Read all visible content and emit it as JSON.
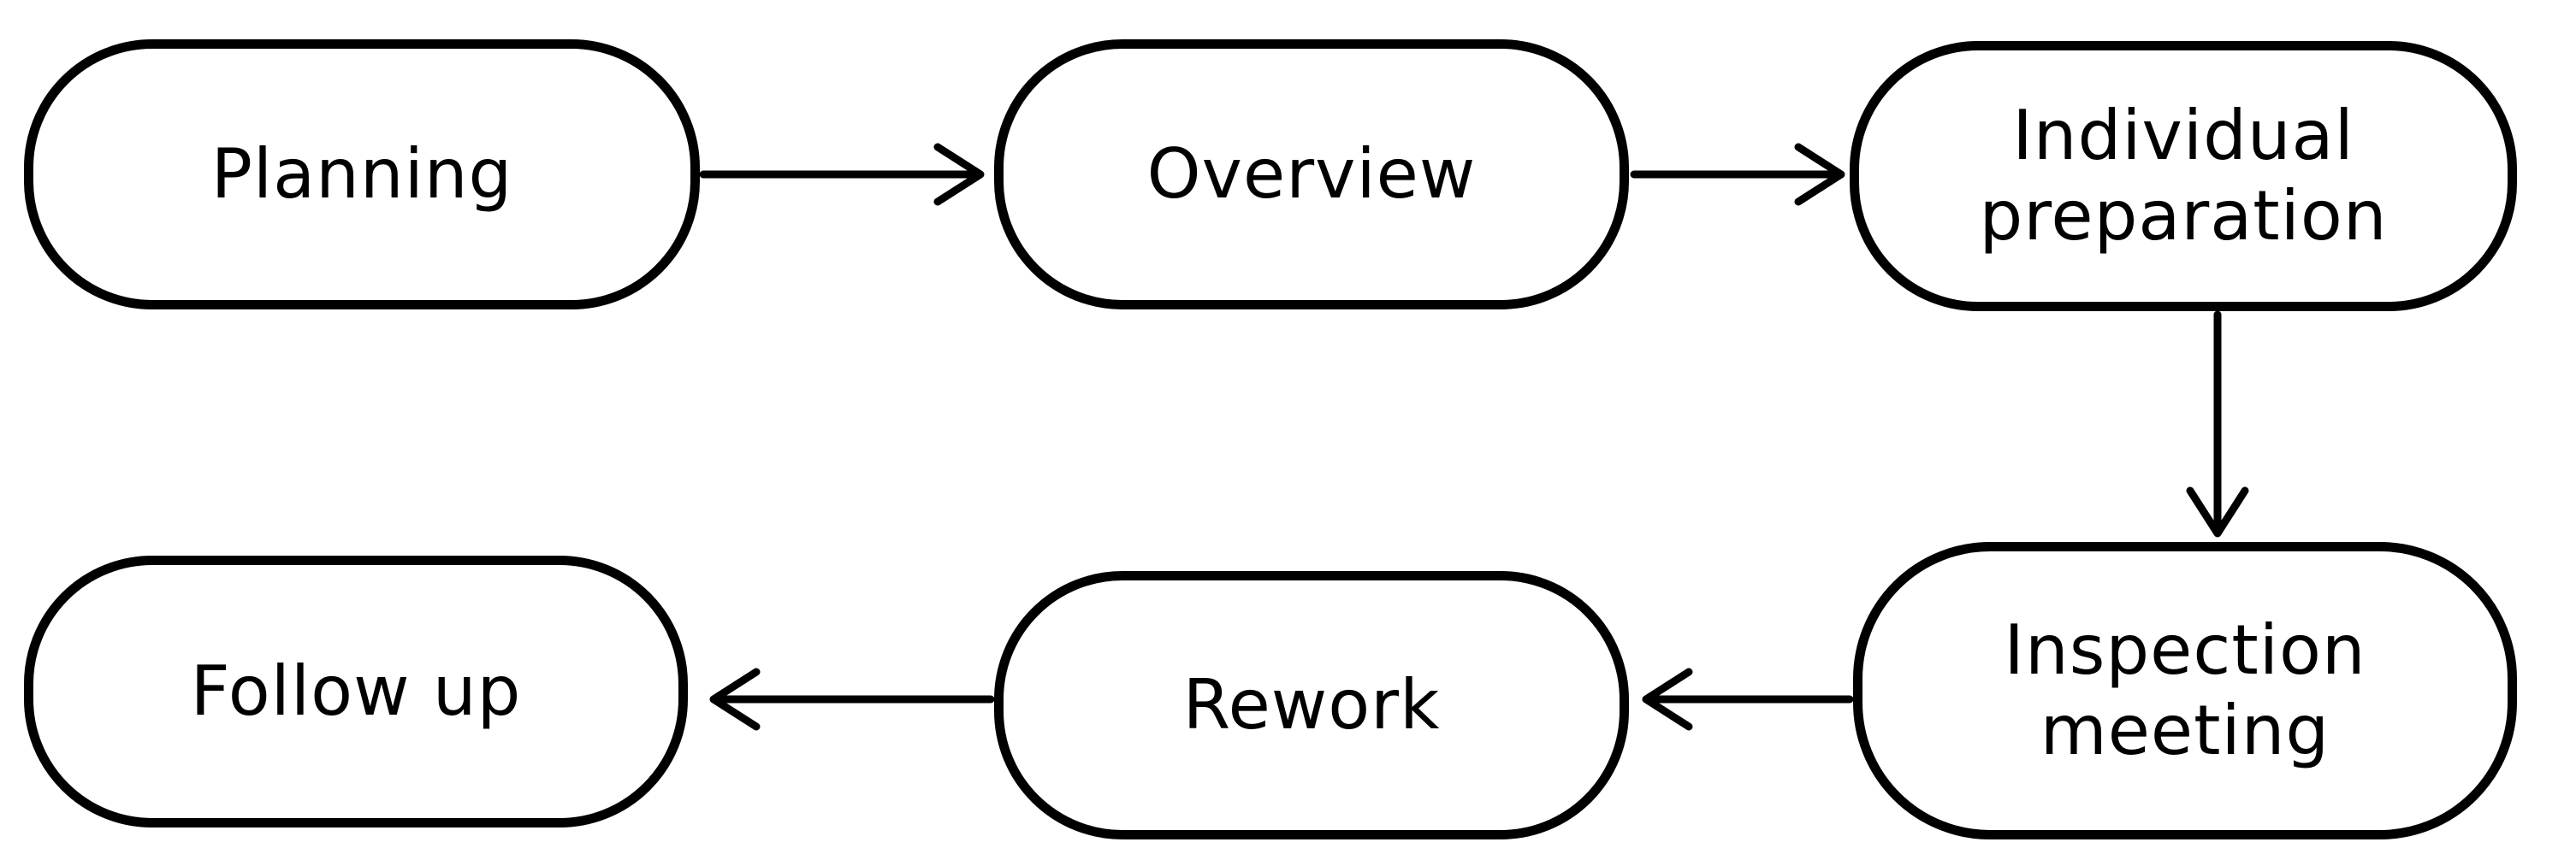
{
  "diagram": {
    "title": "Inspection process flowchart",
    "background_color": "#ffffff",
    "stroke_color": "#000000",
    "style": "hand-drawn",
    "nodes": [
      {
        "id": "planning",
        "label": "Planning",
        "shape": "stadium",
        "row": "top"
      },
      {
        "id": "overview",
        "label": "Overview",
        "shape": "stadium",
        "row": "top"
      },
      {
        "id": "individual-preparation",
        "label": "Individual\npreparation",
        "shape": "stadium",
        "row": "top"
      },
      {
        "id": "inspection-meeting",
        "label": "Inspection\nmeeting",
        "shape": "stadium",
        "row": "bottom"
      },
      {
        "id": "rework",
        "label": "Rework",
        "shape": "stadium",
        "row": "bottom"
      },
      {
        "id": "follow-up",
        "label": "Follow up",
        "shape": "stadium",
        "row": "bottom"
      }
    ],
    "edges": [
      {
        "from": "planning",
        "to": "overview",
        "direction": "right"
      },
      {
        "from": "overview",
        "to": "individual-preparation",
        "direction": "right"
      },
      {
        "from": "individual-preparation",
        "to": "inspection-meeting",
        "direction": "down"
      },
      {
        "from": "inspection-meeting",
        "to": "rework",
        "direction": "left"
      },
      {
        "from": "rework",
        "to": "follow-up",
        "direction": "left"
      }
    ]
  }
}
